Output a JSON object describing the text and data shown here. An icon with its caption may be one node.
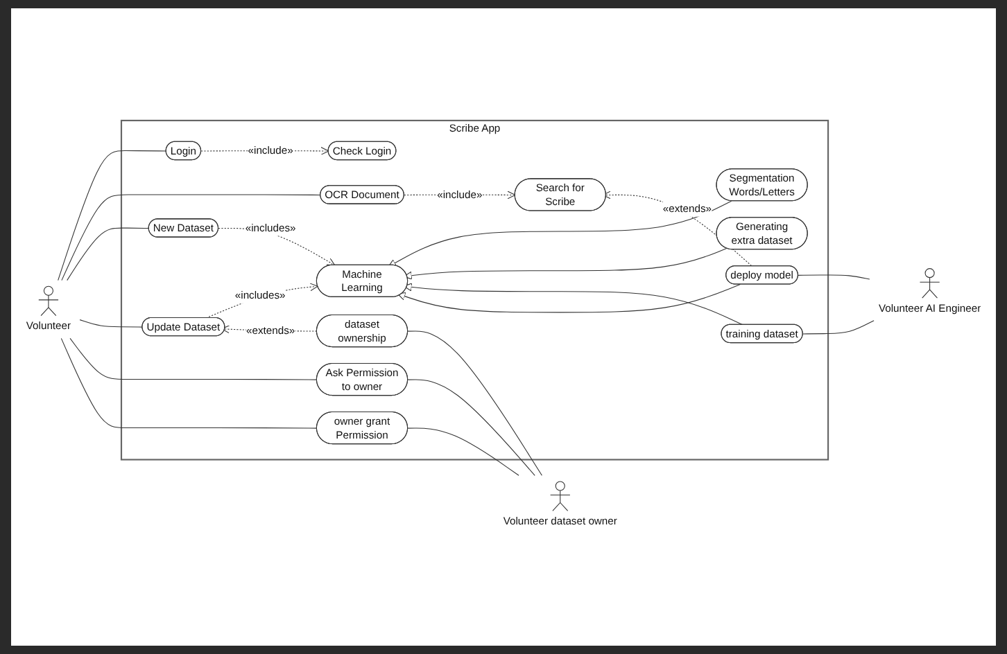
{
  "diagram": {
    "nodes": [
      {
        "text": [
          "Scribe App"
        ]
      },
      {
        "text": [
          "Volunteer"
        ]
      },
      {
        "text": [
          "Login"
        ],
        "in": 0
      },
      {
        "text": [
          "Check Login"
        ],
        "in": 0
      },
      {
        "text": [
          "OCR Document"
        ],
        "in": 0
      },
      {
        "text": [
          "Search for Scribe"
        ],
        "in": 0
      },
      {
        "text": [
          "New Dataset"
        ],
        "in": 0
      },
      {
        "text": [
          "Segmentation Words/Letters"
        ],
        "in": 0
      },
      {
        "text": [
          "Machine Learning"
        ],
        "in": 0
      },
      {
        "text": [
          "Generating extra dataset"
        ],
        "in": 0
      },
      {
        "text": [
          "Update Dataset"
        ],
        "in": 0
      },
      {
        "text": [
          "training dataset"
        ],
        "in": 0
      },
      {
        "text": [
          "dataset ownership"
        ],
        "in": 0
      },
      {
        "text": [
          "Ask Permission to owner"
        ],
        "in": 0
      },
      {
        "text": [
          "deploy model"
        ],
        "in": 0
      },
      {
        "text": [
          "owner grant Permission"
        ],
        "in": 0
      },
      {
        "text": [
          "Volunteer dataset owner"
        ]
      },
      {
        "text": [
          "Volunteer AI Engineer"
        ]
      }
    ],
    "edges": [
      {
        "from": 1,
        "to": 2,
        "arrow": "none"
      },
      {
        "from": 1,
        "to": 4,
        "arrow": "none"
      },
      {
        "from": 1,
        "to": 6,
        "arrow": "none"
      },
      {
        "from": 1,
        "to": 10,
        "arrow": "none"
      },
      {
        "from": 1,
        "to": 13,
        "arrow": "none"
      },
      {
        "from": 1,
        "to": 15,
        "arrow": "none"
      },
      {
        "from": 2,
        "to": 3,
        "arrow": "to",
        "label": "«include»",
        "style": "dashed"
      },
      {
        "from": 4,
        "to": 5,
        "arrow": "to",
        "label": "«include»",
        "style": "dashed"
      },
      {
        "from": 14,
        "to": 5,
        "arrow": "to",
        "label": "«extends»",
        "style": "dashed"
      },
      {
        "from": 6,
        "to": 8,
        "arrow": "to",
        "label": "«includes»",
        "style": "dashed"
      },
      {
        "from": 10,
        "to": 8,
        "arrow": "to",
        "label": "«includes»",
        "style": "dashed"
      },
      {
        "from": 12,
        "to": 10,
        "arrow": "to",
        "label": "«extends»",
        "style": "dashed"
      },
      {
        "from": 7,
        "to": 8,
        "arrow": "to"
      },
      {
        "from": 9,
        "to": 8,
        "arrow": "to"
      },
      {
        "from": 11,
        "to": 8,
        "arrow": "to"
      },
      {
        "from": 14,
        "to": 8,
        "arrow": "to"
      },
      {
        "from": 13,
        "to": 16,
        "arrow": "none"
      },
      {
        "from": 15,
        "to": 16,
        "arrow": "none"
      },
      {
        "from": 12,
        "to": 16,
        "arrow": "none"
      },
      {
        "from": 11,
        "to": 17,
        "arrow": "none"
      },
      {
        "from": 14,
        "to": 17,
        "arrow": "none"
      }
    ]
  }
}
